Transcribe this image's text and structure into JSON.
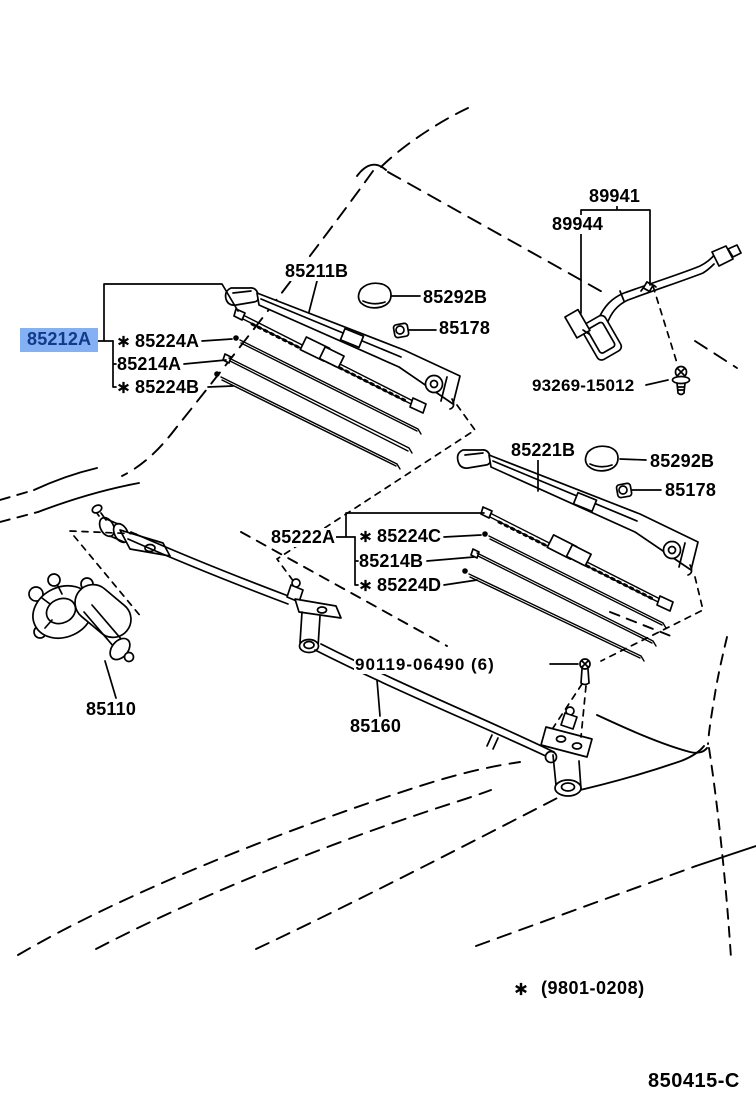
{
  "colors": {
    "highlight_bg": "#84B1F4",
    "highlight_text": "#123A8A",
    "line": "#000000",
    "page_bg": "#FFFFFF"
  },
  "sensor": {
    "harness": "89941",
    "amplifier": "89944",
    "screw": "93269-15012"
  },
  "arm1": {
    "arm": "85211B",
    "cap": "85292B",
    "nut": "85178",
    "blade_group": "85212A",
    "blade_group_highlighted": true,
    "components": [
      {
        "starred": true,
        "text": "85224A"
      },
      {
        "starred": false,
        "text": "85214A"
      },
      {
        "starred": true,
        "text": "85224B"
      }
    ]
  },
  "arm2": {
    "arm": "85221B",
    "cap": "85292B",
    "nut": "85178",
    "blade_group": "85222A",
    "blade_group_highlighted": false,
    "components": [
      {
        "starred": true,
        "text": "85224C"
      },
      {
        "starred": false,
        "text": "85214B"
      },
      {
        "starred": true,
        "text": "85224D"
      }
    ]
  },
  "motor": "85110",
  "linkage": "85160",
  "pivot_bolt": "90119-06490 (6)",
  "footnote": {
    "starred": true,
    "range": "(9801-0208)"
  },
  "drawing_code": "850415-C"
}
